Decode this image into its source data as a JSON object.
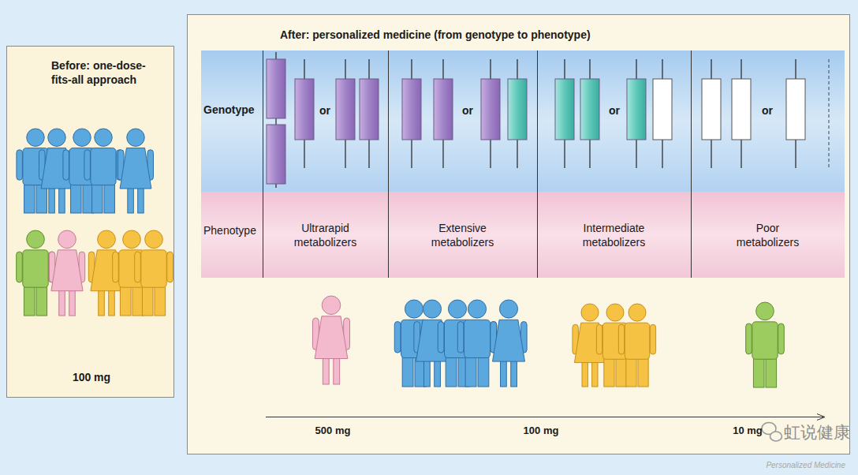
{
  "diagram": {
    "nodes": [
      {
        "text": [
          "Before: one-dose-fits-all approach",
          "100 mg"
        ]
      },
      {
        "text": [
          "After: personalized medicine (from genotype to phenotype)"
        ]
      },
      {
        "text": [
          "Genotype"
        ],
        "in": 1
      },
      {
        "text": [
          "Phenotype"
        ],
        "in": 1
      },
      {
        "text": [
          "Ultrarapid metabolizers"
        ],
        "in": 3
      },
      {
        "text": [
          "Extensive metabolizers"
        ],
        "in": 3
      },
      {
        "text": [
          "Intermediate metabolizers"
        ],
        "in": 3
      },
      {
        "text": [
          "Poor metabolizers"
        ],
        "in": 3
      }
    ],
    "edges": [],
    "labels": [
      "or",
      "or",
      "or",
      "or",
      "500 mg",
      "100 mg",
      "10 mg",
      "虹说健康",
      "Personalized Medicine"
    ]
  }
}
